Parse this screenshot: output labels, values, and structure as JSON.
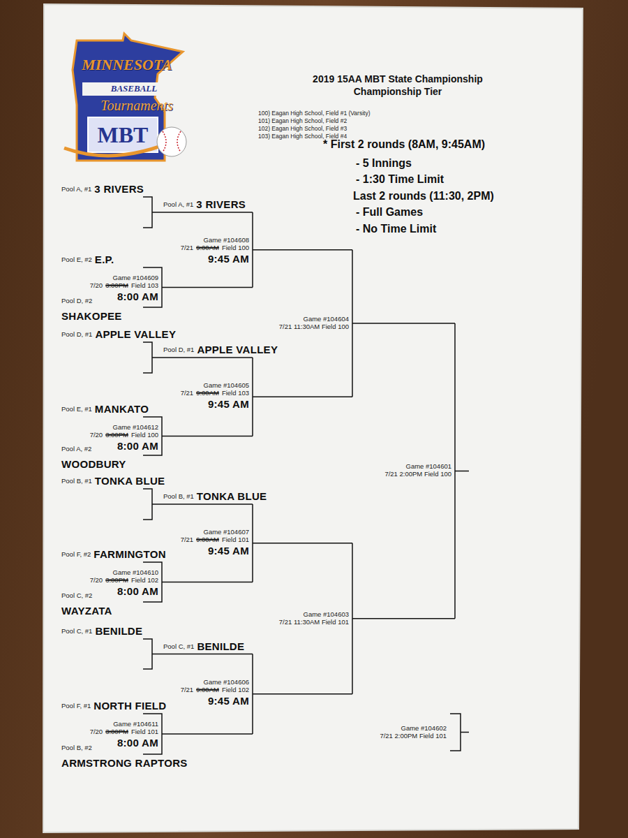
{
  "diagram": {
    "title": "2019 15AA MBT State Championship Championship Tier",
    "labels": [
      "MINNESOTA",
      "BASEBALL",
      "Tournaments",
      "MBT",
      "100) Eagan High School, Field #1 (Varsity)",
      "101) Eagan High School, Field #2",
      "102) Eagan High School, Field #3",
      "103) Eagan High School, Field #4",
      "* First 2 rounds (8AM, 9:45AM)",
      "- 5 Innings",
      "- 1:30 Time Limit",
      "Last 2 rounds (11:30, 2PM)",
      "- Full Games",
      "- No Time Limit",
      "Pool A, #1",
      "3 RIVERS",
      "Pool A, #1",
      "3 RIVERS",
      "Game #104608",
      "7/21",
      "9:00AM",
      "Field 100",
      "9:45 AM",
      "Pool E, #2",
      "E.P.",
      "Game #104609",
      "7/20",
      "3:00PM",
      "Field 103",
      "8:00 AM",
      "Pool D, #2",
      "SHAKOPEE",
      "Game #104604",
      "7/21 11:30AM Field 100",
      "Pool D, #1",
      "APPLE VALLEY",
      "Pool D, #1",
      "APPLE VALLEY",
      "Game #104605",
      "7/21",
      "9:00AM",
      "Field 103",
      "9:45 AM",
      "Pool E, #1",
      "MANKATO",
      "Game #104612",
      "7/20",
      "3:00PM",
      "Field 100",
      "8:00 AM",
      "Pool A, #2",
      "WOODBURY",
      "Game #104601",
      "7/21 2:00PM Field 100",
      "Pool B, #1",
      "TONKA BLUE",
      "Pool B, #1",
      "TONKA BLUE",
      "Game #104607",
      "7/21",
      "9:00AM",
      "Field 101",
      "9:45 AM",
      "Pool F, #2",
      "FARMINGTON",
      "Game #104610",
      "7/20",
      "3:00PM",
      "Field 102",
      "8:00 AM",
      "Pool C, #2",
      "WAYZATA",
      "Game #104603",
      "7/21 11:30AM Field 101",
      "Pool C, #1",
      "BENILDE",
      "Pool C, #1",
      "BENILDE",
      "Game #104606",
      "7/21",
      "9:00AM",
      "Field 102",
      "9:45 AM",
      "Pool F, #1",
      "NORTH FIELD",
      "Game #104611",
      "7/20",
      "3:00PM",
      "Field 101",
      "8:00 AM",
      "Pool B, #2",
      "ARMSTRONG RAPTORS",
      "Game #104602",
      "7/21 2:00PM Field 101"
    ]
  }
}
